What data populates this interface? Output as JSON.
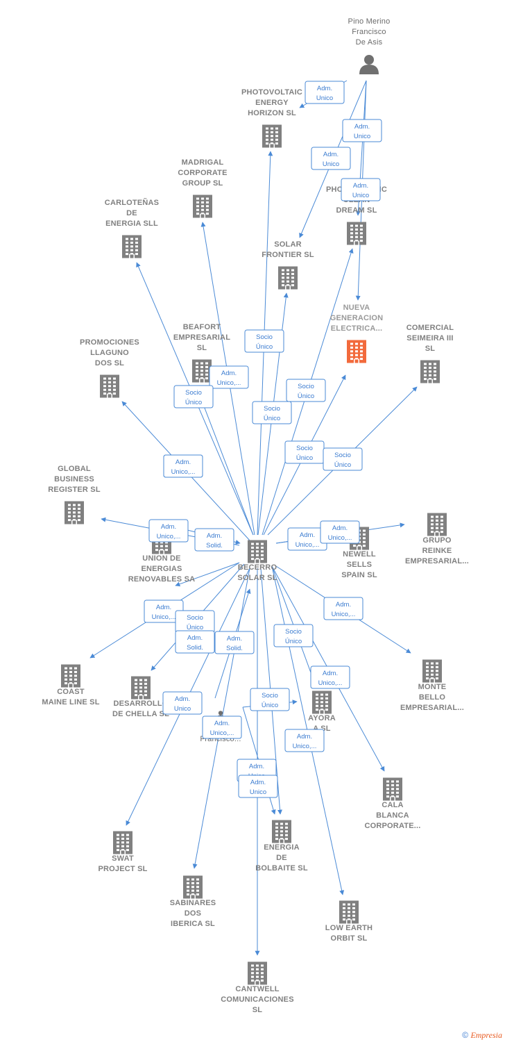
{
  "colors": {
    "edge": "#4a8ad6",
    "company": "#808080",
    "focus": "#f26a3c",
    "person": "#707070"
  },
  "nodes": [
    {
      "id": "pino",
      "kind": "person",
      "lines": [
        "Pino Merino",
        "Francisco",
        "De Asis"
      ]
    },
    {
      "id": "photovoltaic",
      "kind": "company",
      "lines": [
        "PHOTOVOLTAIC",
        "ENERGY",
        "HORIZON  SL"
      ]
    },
    {
      "id": "madrigal",
      "kind": "company",
      "lines": [
        "MADRIGAL",
        "CORPORATE",
        "GROUP  SL"
      ]
    },
    {
      "id": "carlotenas",
      "kind": "company",
      "lines": [
        "CARLOTEÑAS",
        "DE",
        "ENERGIA SLL"
      ]
    },
    {
      "id": "photonic",
      "kind": "company",
      "lines": [
        "PHOTOVOLTAIC",
        "CLEAN",
        "DREAM  SL"
      ]
    },
    {
      "id": "solar_frontier",
      "kind": "company",
      "lines": [
        "SOLAR",
        "FRONTIER  SL"
      ]
    },
    {
      "id": "nueva",
      "kind": "focus",
      "lines": [
        "NUEVA",
        "GENERACION",
        "ELECTRICA..."
      ]
    },
    {
      "id": "comercial",
      "kind": "company",
      "lines": [
        "COMERCIAL",
        "SEIMEIRA III",
        "SL"
      ]
    },
    {
      "id": "beafort",
      "kind": "company",
      "lines": [
        "BEAFORT",
        "EMPRESARIAL",
        "SL"
      ]
    },
    {
      "id": "promociones",
      "kind": "company",
      "lines": [
        "PROMOCIONES",
        "LLAGUNO",
        "DOS  SL"
      ]
    },
    {
      "id": "global",
      "kind": "company",
      "lines": [
        "GLOBAL",
        "BUSINESS",
        "REGISTER  SL"
      ]
    },
    {
      "id": "union",
      "kind": "company",
      "lines": [
        "UNION DE",
        "ENERGIAS",
        "RENOVABLES SA"
      ]
    },
    {
      "id": "becerro",
      "kind": "company",
      "lines": [
        "BECERRO",
        "SOLAR SL"
      ]
    },
    {
      "id": "newell",
      "kind": "company",
      "lines": [
        "NEWELL",
        "SELLS",
        "SPAIN  SL"
      ]
    },
    {
      "id": "reinke",
      "kind": "company",
      "lines": [
        "GRUPO",
        "REINKE",
        "EMPRESARIAL..."
      ]
    },
    {
      "id": "coast",
      "kind": "company",
      "lines": [
        "COAST",
        "MAINE LINE  SL"
      ]
    },
    {
      "id": "chella",
      "kind": "company",
      "lines": [
        "DESARROLLO",
        "DE CHELLA  SL"
      ]
    },
    {
      "id": "jimenez",
      "kind": "person",
      "lines": [
        "Jimenez",
        "Francisco..."
      ]
    },
    {
      "id": "ayora",
      "kind": "company",
      "lines": [
        "AYORA",
        "A  SL"
      ]
    },
    {
      "id": "monte",
      "kind": "company",
      "lines": [
        "MONTE",
        "BELLO",
        "EMPRESARIAL..."
      ]
    },
    {
      "id": "cala",
      "kind": "company",
      "lines": [
        "CALA",
        "BLANCA",
        "CORPORATE..."
      ]
    },
    {
      "id": "swat",
      "kind": "company",
      "lines": [
        "SWAT",
        "PROJECT  SL"
      ]
    },
    {
      "id": "bolbaite",
      "kind": "company",
      "lines": [
        "ENERGIA",
        "DE",
        "BOLBAITE  SL"
      ]
    },
    {
      "id": "sabinares",
      "kind": "company",
      "lines": [
        "SABINARES",
        "DOS",
        "IBERICA  SL"
      ]
    },
    {
      "id": "low_earth",
      "kind": "company",
      "lines": [
        "LOW EARTH",
        "ORBIT  SL"
      ]
    },
    {
      "id": "cantwell",
      "kind": "company",
      "lines": [
        "CANTWELL",
        "COMUNICACIONES",
        "SL"
      ]
    }
  ],
  "edges": [
    {
      "from": "pino",
      "to": "photovoltaic",
      "label": [
        "Adm.",
        "Unico"
      ]
    },
    {
      "from": "pino",
      "to": "solar_frontier",
      "label": [
        "Adm.",
        "Unico"
      ]
    },
    {
      "from": "pino",
      "to": "photonic",
      "label": [
        "Adm.",
        "Unico"
      ]
    },
    {
      "from": "pino",
      "to": "nueva",
      "label": [
        "Adm.",
        "Unico"
      ]
    },
    {
      "from": "becerro",
      "to": "photovoltaic",
      "label": [
        "Socio",
        "Único"
      ]
    },
    {
      "from": "becerro",
      "to": "madrigal",
      "label": [
        "Adm.",
        "Unico,..."
      ]
    },
    {
      "from": "becerro",
      "to": "carlotenas",
      "label": [
        "Adm.",
        "Unico,..."
      ]
    },
    {
      "from": "becerro",
      "to": "beafort",
      "label": [
        "Socio",
        "Único"
      ]
    },
    {
      "from": "becerro",
      "to": "solar_frontier",
      "label": [
        "Socio",
        "Único"
      ]
    },
    {
      "from": "becerro",
      "to": "photonic",
      "label": [
        "Socio",
        "Único"
      ]
    },
    {
      "from": "becerro",
      "to": "nueva",
      "label": [
        "Socio",
        "Único"
      ]
    },
    {
      "from": "becerro",
      "to": "comercial",
      "label": [
        "Socio",
        "Único"
      ]
    },
    {
      "from": "becerro",
      "to": "promociones",
      "label": [
        "Adm.",
        "Unico,..."
      ]
    },
    {
      "from": "becerro",
      "to": "global",
      "label": [
        "Adm.",
        "Unico,..."
      ]
    },
    {
      "from": "union",
      "to": "becerro",
      "label": [
        "Adm.",
        "Solid."
      ]
    },
    {
      "from": "becerro",
      "to": "newell",
      "label": [
        "Adm.",
        "Unico,..."
      ]
    },
    {
      "from": "becerro",
      "to": "reinke",
      "label": [
        "Adm.",
        "Unico,..."
      ]
    },
    {
      "from": "becerro",
      "to": "coast",
      "label": [
        "Adm.",
        "Unico,..."
      ]
    },
    {
      "from": "becerro",
      "to": "chella",
      "label": [
        "Socio",
        "Único"
      ]
    },
    {
      "from": "becerro",
      "to": "union",
      "label": [
        "Adm.",
        "Solid."
      ]
    },
    {
      "from": "jimenez",
      "to": "becerro",
      "label": [
        "Adm.",
        "Solid."
      ]
    },
    {
      "from": "becerro",
      "to": "monte",
      "label": [
        "Adm.",
        "Unico,..."
      ]
    },
    {
      "from": "becerro",
      "to": "ayora",
      "label": [
        "Socio",
        "Único"
      ]
    },
    {
      "from": "becerro",
      "to": "cala",
      "label": [
        "Adm.",
        "Unico,..."
      ]
    },
    {
      "from": "becerro",
      "to": "swat",
      "label": [
        "Adm.",
        "Unico"
      ]
    },
    {
      "from": "jimenez",
      "to": "sabinares",
      "label": [
        "Adm.",
        "Unico,..."
      ]
    },
    {
      "from": "jimenez",
      "to": "ayora",
      "label": [
        "Socio",
        "Único"
      ]
    },
    {
      "from": "becerro",
      "to": "low_earth",
      "label": [
        "Adm.",
        "Unico,..."
      ]
    },
    {
      "from": "becerro",
      "to": "bolbaite",
      "label": [
        "Adm.",
        "Unico"
      ]
    },
    {
      "from": "jimenez",
      "to": "bolbaite",
      "label": [
        "Adm.",
        "Unico"
      ]
    },
    {
      "from": "becerro",
      "to": "cantwell",
      "label": []
    }
  ],
  "credit": {
    "symbol": "©",
    "brand": "Empresia"
  }
}
